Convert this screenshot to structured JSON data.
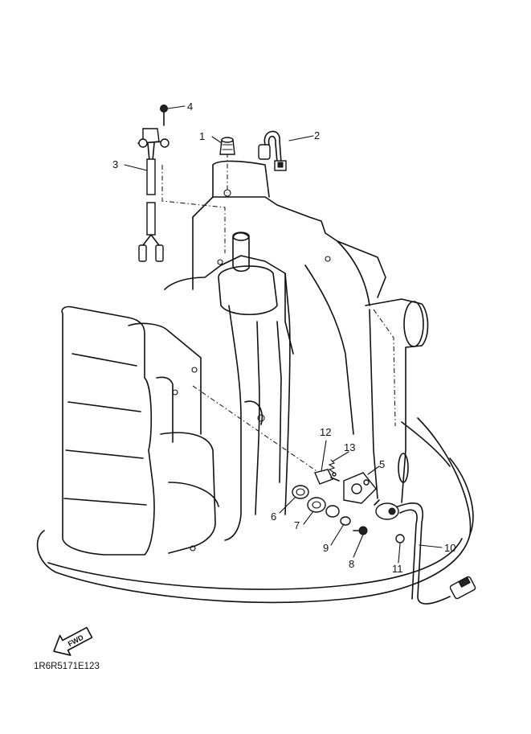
{
  "callouts": [
    {
      "id": "1",
      "label": "1"
    },
    {
      "id": "2",
      "label": "2"
    },
    {
      "id": "3",
      "label": "3"
    },
    {
      "id": "4",
      "label": "4"
    },
    {
      "id": "5",
      "label": "5"
    },
    {
      "id": "6",
      "label": "6"
    },
    {
      "id": "7",
      "label": "7"
    },
    {
      "id": "8",
      "label": "8"
    },
    {
      "id": "9",
      "label": "9"
    },
    {
      "id": "10",
      "label": "10"
    },
    {
      "id": "11",
      "label": "11"
    },
    {
      "id": "12",
      "label": "12"
    },
    {
      "id": "13",
      "label": "13"
    }
  ],
  "direction_arrow": {
    "label": "FWD"
  },
  "diagram_code": "1R6R5171E123"
}
